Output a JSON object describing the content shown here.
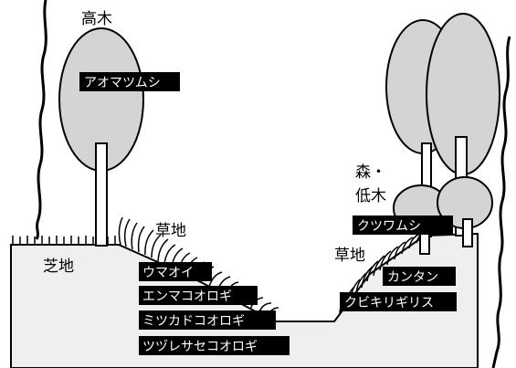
{
  "labels": {
    "tall_tree": "高木",
    "lawn": "芝地",
    "grass_left": "草地",
    "grass_right": "草地",
    "forest": "森・",
    "shrub": "低木"
  },
  "insects": {
    "aomatsumushi": "アオマツムシ",
    "umaoi": "ウマオイ",
    "enmakoorogi": "エンマコオロギ",
    "mitsukadokoorogi": "ミツカドコオロギ",
    "tsuzuresasekoorogi": "ツヅレサセコオロギ",
    "kutsuwamushi": "クツワムシ",
    "kantan": "カンタン",
    "kubikirigirisu": "クビキリギリス"
  },
  "colors": {
    "canopy": "#d4d4d4",
    "ground": "#efefef",
    "ink": "#000000",
    "label_bg": "#000000",
    "label_text": "#ffffff"
  }
}
